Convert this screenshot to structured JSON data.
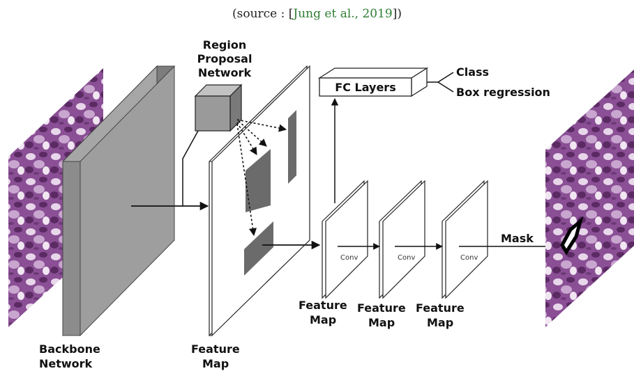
{
  "caption": {
    "prefix": "(source : [",
    "citation": "Jung et al., 2019",
    "suffix": "])"
  },
  "labels": {
    "rpn": [
      "Region",
      "Proposal",
      "Network"
    ],
    "fc_layers": "FC Layers",
    "class": "Class",
    "box_regression": "Box regression",
    "backbone": [
      "Backbone",
      "Network"
    ],
    "feature_map_main": [
      "Feature",
      "Map"
    ],
    "feature_map_1": [
      "Feature",
      "Map"
    ],
    "feature_map_2": [
      "Feature",
      "Map"
    ],
    "feature_map_3": [
      "Feature",
      "Map"
    ],
    "conv_1": "Conv",
    "conv_2": "Conv",
    "conv_3": "Conv",
    "mask": "Mask"
  },
  "colors": {
    "tissue_dark": "#5b2a63",
    "tissue_mid": "#8a4f95",
    "tissue_light": "#c9a6cf",
    "backbone_front": "#a6a6a6",
    "backbone_side": "#7d7d7d",
    "roi": "#6b6b6b",
    "rpn_cube": "#9a9a9a",
    "citation": "#2e7d32"
  }
}
